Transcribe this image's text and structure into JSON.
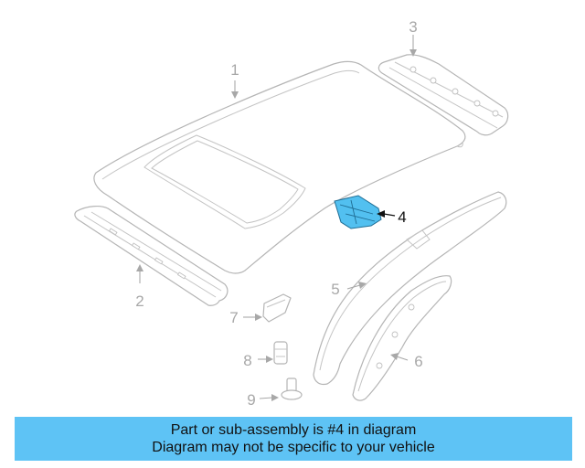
{
  "callouts": [
    {
      "number": "1"
    },
    {
      "number": "2"
    },
    {
      "number": "3"
    },
    {
      "number": "4",
      "highlighted": true
    },
    {
      "number": "5"
    },
    {
      "number": "6"
    },
    {
      "number": "7"
    },
    {
      "number": "8"
    },
    {
      "number": "9"
    }
  ],
  "banner": {
    "line1": "Part or sub-assembly is #4 in diagram",
    "line2": "Diagram may not be specific to your vehicle"
  },
  "colors": {
    "highlight_fill": "#52c0f0",
    "banner_background": "#5ec3f5",
    "outline": "#b5b5b5"
  }
}
